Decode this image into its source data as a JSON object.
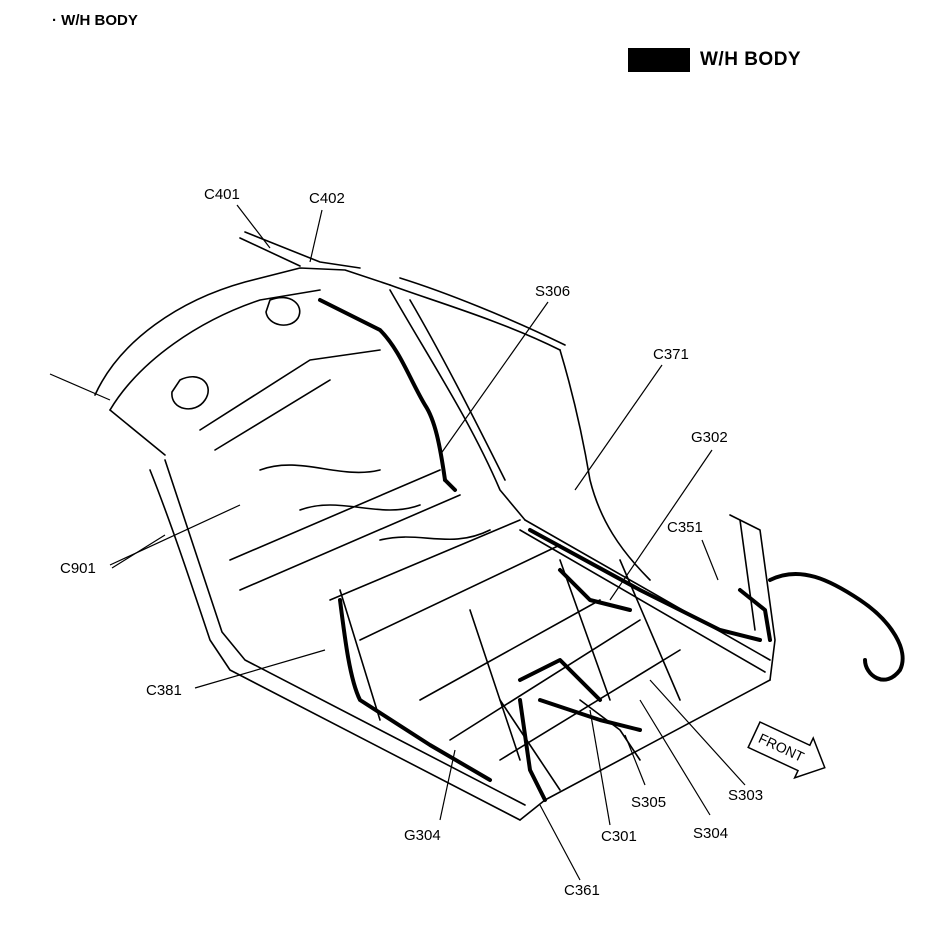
{
  "header": {
    "title": "· W/H BODY"
  },
  "legend": {
    "label": "W/H BODY",
    "swatch_color": "#000000"
  },
  "front_arrow": {
    "label": "FRONT"
  },
  "callouts": {
    "c401": "C401",
    "c402": "C402",
    "s306": "S306",
    "c371": "C371",
    "g302": "G302",
    "c351": "C351",
    "c901": "C901",
    "c381": "C381",
    "g304": "G304",
    "c301": "C301",
    "s305": "S305",
    "s304": "S304",
    "s303": "S303",
    "c361": "C361"
  }
}
